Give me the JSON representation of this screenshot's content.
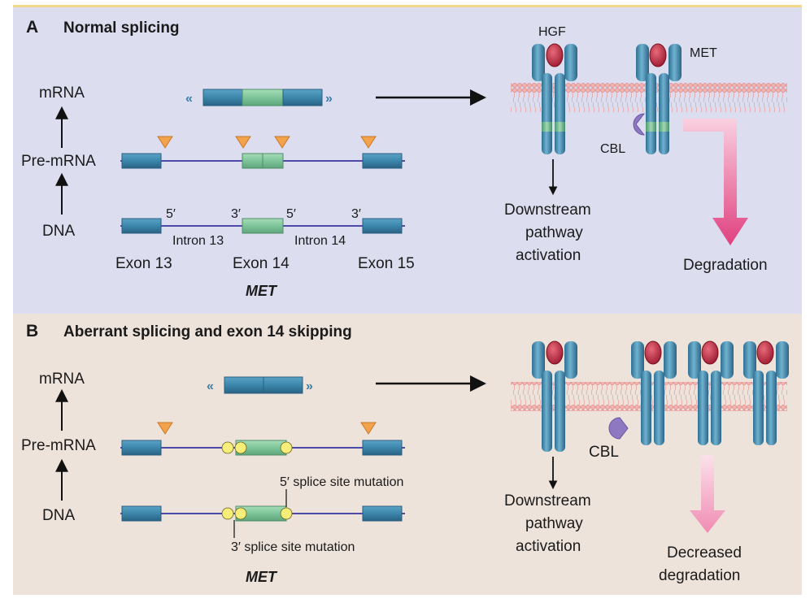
{
  "colors": {
    "panel_a_bg": "#dcdef0",
    "panel_b_bg": "#ede3da",
    "top_border": "#f2d98a",
    "exon_blue": "#3d88ac",
    "exon_green": "#7ec49a",
    "intron_line": "#4b4aa8",
    "splice_marker": "#f2a24a",
    "mutation_star": "#f7ee7a",
    "membrane": "#efa9a9",
    "hgf": "#b5243a",
    "cbl": "#8f78c2",
    "degradation_arrow": "#e0508c"
  },
  "panel_a": {
    "letter": "A",
    "title": "Normal splicing",
    "mrna": "mRNA",
    "pre_mrna": "Pre-mRNA",
    "dna": "DNA",
    "five_prime_1": "5′",
    "three_prime_1": "3′",
    "five_prime_2": "5′",
    "three_prime_2": "3′",
    "intron13": "Intron 13",
    "intron14": "Intron 14",
    "exon13": "Exon 13",
    "exon14": "Exon 14",
    "exon15": "Exon 15",
    "gene": "MET",
    "hgf": "HGF",
    "met": "MET",
    "cbl": "CBL",
    "downstream": [
      "Downstream",
      "pathway",
      "activation"
    ],
    "degradation": "Degradation"
  },
  "panel_b": {
    "letter": "B",
    "title": "Aberrant splicing and exon 14 skipping",
    "mrna": "mRNA",
    "pre_mrna": "Pre-mRNA",
    "dna": "DNA",
    "five_prime_mutation": "5′ splice site mutation",
    "three_prime_mutation": "3′ splice site mutation",
    "gene": "MET",
    "cbl": "CBL",
    "downstream": [
      "Downstream",
      "pathway",
      "activation"
    ],
    "degradation": [
      "Decreased",
      "degradation"
    ]
  }
}
